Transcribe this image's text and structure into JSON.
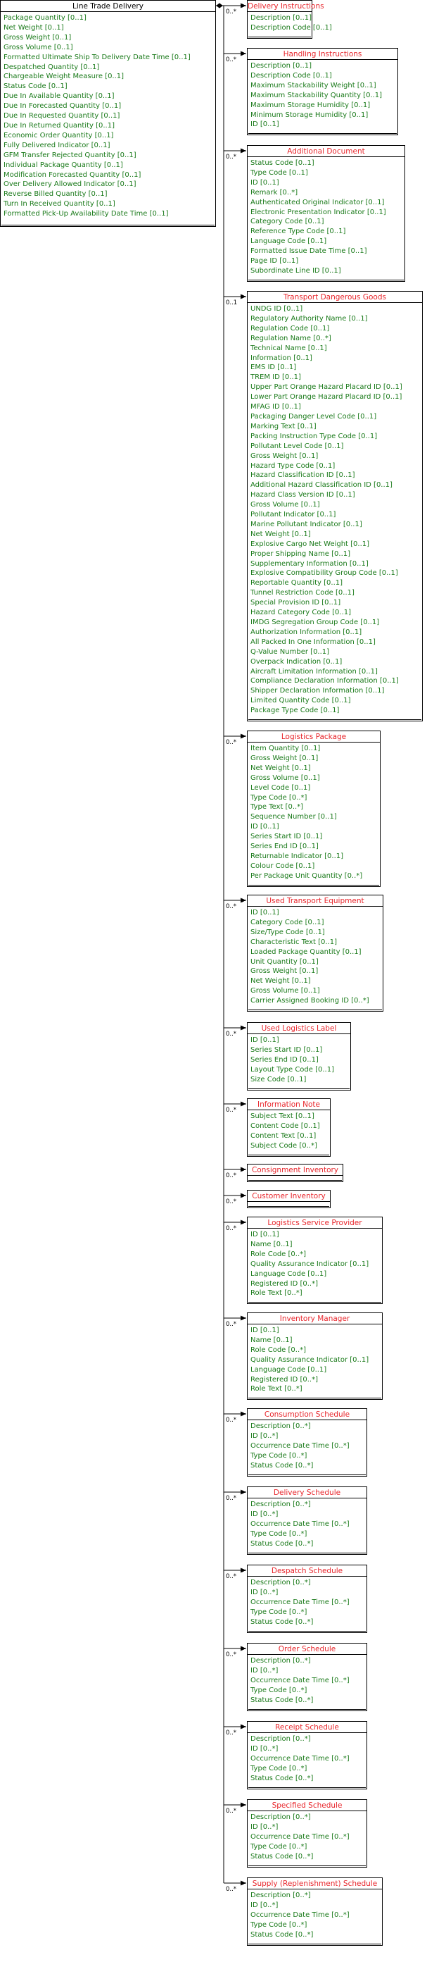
{
  "root": {
    "name": "Line Trade Delivery",
    "attributes": [
      "Package Quantity [0..1]",
      "Net Weight [0..1]",
      "Gross Weight [0..1]",
      "Gross Volume [0..1]",
      "Formatted Ultimate Ship To Delivery Date Time [0..1]",
      "Despatched Quantity [0..1]",
      "Chargeable Weight Measure [0..1]",
      "Status Code [0..1]",
      "Due In Available Quantity [0..1]",
      "Due In Forecasted Quantity [0..1]",
      "Due In Requested Quantity [0..1]",
      "Due In Returned Quantity [0..1]",
      "Economic Order Quantity [0..1]",
      "Fully Delivered Indicator [0..1]",
      "GFM Transfer Rejected Quantity [0..1]",
      "Individual Package Quantity [0..1]",
      "Modification Forecasted Quantity [0..1]",
      "Over Delivery Allowed Indicator [0..1]",
      "Reverse Billed Quantity [0..1]",
      "Turn In Received Quantity [0..1]",
      "Formatted Pick-Up Availability Date Time [0..1]"
    ]
  },
  "classes": [
    {
      "name": "Delivery Instructions",
      "multiplicity": "0..*",
      "attributes": [
        "Description [0..1]",
        "Description Code [0..1]"
      ]
    },
    {
      "name": "Handling Instructions",
      "multiplicity": "0..*",
      "attributes": [
        "Description [0..1]",
        "Description Code [0..1]",
        "Maximum Stackability Weight [0..1]",
        "Maximum Stackability Quantity [0..1]",
        "Maximum Storage Humidity [0..1]",
        "Minimum Storage Humidity [0..1]",
        "ID [0..1]"
      ]
    },
    {
      "name": "Additional Document",
      "multiplicity": "0..*",
      "attributes": [
        "Status Code [0..1]",
        "Type Code [0..1]",
        "ID [0..1]",
        "Remark [0..*]",
        "Authenticated Original Indicator [0..1]",
        "Electronic Presentation Indicator [0..1]",
        "Category Code [0..1]",
        "Reference Type Code [0..1]",
        "Language Code [0..1]",
        "Formatted Issue Date Time [0..1]",
        "Page ID [0..1]",
        "Subordinate Line ID [0..1]"
      ]
    },
    {
      "name": "Transport Dangerous Goods",
      "multiplicity": "0..1",
      "attributes": [
        "UNDG ID [0..1]",
        "Regulatory Authority Name [0..1]",
        "Regulation Code [0..1]",
        "Regulation Name [0..*]",
        "Technical Name [0..1]",
        "Information [0..1]",
        "EMS ID [0..1]",
        "TREM ID [0..1]",
        "Upper Part Orange Hazard Placard ID [0..1]",
        "Lower Part Orange Hazard Placard ID [0..1]",
        "MFAG ID [0..1]",
        "Packaging Danger Level Code [0..1]",
        "Marking Text [0..1]",
        "Packing Instruction Type Code [0..1]",
        "Pollutant Level Code [0..1]",
        "Gross Weight [0..1]",
        "Hazard Type Code [0..1]",
        "Hazard Classification ID [0..1]",
        "Additional Hazard Classification ID [0..1]",
        "Hazard Class Version ID [0..1]",
        "Gross Volume [0..1]",
        "Pollutant Indicator [0..1]",
        "Marine Pollutant Indicator [0..1]",
        "Net Weight [0..1]",
        "Explosive Cargo Net Weight [0..1]",
        "Proper Shipping Name [0..1]",
        "Supplementary Information [0..1]",
        "Explosive Compatibility Group Code [0..1]",
        "Reportable Quantity [0..1]",
        "Tunnel Restriction Code [0..1]",
        "Special Provision ID [0..1]",
        "Hazard Category Code [0..1]",
        "IMDG Segregation Group Code [0..1]",
        "Authorization Information [0..1]",
        "All Packed In One Information [0..1]",
        "Q-Value Number [0..1]",
        "Overpack Indication [0..1]",
        "Aircraft Limitation Information [0..1]",
        "Compliance Declaration Information [0..1]",
        "Shipper Declaration Information [0..1]",
        "Limited Quantity Code [0..1]",
        "Package Type Code [0..1]"
      ]
    },
    {
      "name": "Logistics Package",
      "multiplicity": "0..*",
      "attributes": [
        "Item Quantity [0..1]",
        "Gross Weight [0..1]",
        "Net Weight [0..1]",
        "Gross Volume [0..1]",
        "Level Code [0..1]",
        "Type Code [0..*]",
        "Type Text [0..*]",
        "Sequence Number [0..1]",
        "ID [0..1]",
        "Series Start ID [0..1]",
        "Series End ID [0..1]",
        "Returnable Indicator [0..1]",
        "Colour Code [0..1]",
        "Per Package Unit Quantity [0..*]"
      ]
    },
    {
      "name": "Used Transport Equipment",
      "multiplicity": "0..*",
      "attributes": [
        "ID [0..1]",
        "Category Code [0..1]",
        "Size/Type Code [0..1]",
        "Characteristic Text [0..1]",
        "Loaded Package Quantity [0..1]",
        "Unit Quantity [0..1]",
        "Gross Weight [0..1]",
        "Net Weight [0..1]",
        "Gross Volume [0..1]",
        "Carrier Assigned Booking ID [0..*]"
      ]
    },
    {
      "name": "Used Logistics Label",
      "multiplicity": "0..*",
      "attributes": [
        "ID [0..1]",
        "Series Start ID [0..1]",
        "Series End ID [0..1]",
        "Layout Type Code [0..1]",
        "Size Code [0..1]"
      ]
    },
    {
      "name": "Information Note",
      "multiplicity": "0..*",
      "attributes": [
        "Subject Text [0..1]",
        "Content Code [0..1]",
        "Content Text [0..1]",
        "Subject Code [0..*]"
      ]
    },
    {
      "name": "Consignment Inventory",
      "multiplicity": "0..*",
      "attributes": []
    },
    {
      "name": "Customer Inventory",
      "multiplicity": "0..*",
      "attributes": []
    },
    {
      "name": "Logistics Service Provider",
      "multiplicity": "0..*",
      "attributes": [
        "ID [0..1]",
        "Name [0..1]",
        "Role Code [0..*]",
        "Quality Assurance Indicator [0..1]",
        "Language Code [0..1]",
        "Registered ID [0..*]",
        "Role Text [0..*]"
      ]
    },
    {
      "name": "Inventory Manager",
      "multiplicity": "0..*",
      "attributes": [
        "ID [0..1]",
        "Name [0..1]",
        "Role Code [0..*]",
        "Quality Assurance Indicator [0..1]",
        "Language Code [0..1]",
        "Registered ID [0..*]",
        "Role Text [0..*]"
      ]
    },
    {
      "name": "Consumption Schedule",
      "multiplicity": "0..*",
      "attributes": [
        "Description [0..*]",
        "ID [0..*]",
        "Occurrence Date Time [0..*]",
        "Type Code [0..*]",
        "Status Code [0..*]"
      ]
    },
    {
      "name": "Delivery Schedule",
      "multiplicity": "0..*",
      "attributes": [
        "Description [0..*]",
        "ID [0..*]",
        "Occurrence Date Time [0..*]",
        "Type Code [0..*]",
        "Status Code [0..*]"
      ]
    },
    {
      "name": "Despatch Schedule",
      "multiplicity": "0..*",
      "attributes": [
        "Description [0..*]",
        "ID [0..*]",
        "Occurrence Date Time [0..*]",
        "Type Code [0..*]",
        "Status Code [0..*]"
      ]
    },
    {
      "name": "Order Schedule",
      "multiplicity": "0..*",
      "attributes": [
        "Description [0..*]",
        "ID [0..*]",
        "Occurrence Date Time [0..*]",
        "Type Code [0..*]",
        "Status Code [0..*]"
      ]
    },
    {
      "name": "Receipt Schedule",
      "multiplicity": "0..*",
      "attributes": [
        "Description [0..*]",
        "ID [0..*]",
        "Occurrence Date Time [0..*]",
        "Type Code [0..*]",
        "Status Code [0..*]"
      ]
    },
    {
      "name": "Specified Schedule",
      "multiplicity": "0..*",
      "attributes": [
        "Description [0..*]",
        "ID [0..*]",
        "Occurrence Date Time [0..*]",
        "Type Code [0..*]",
        "Status Code [0..*]"
      ]
    },
    {
      "name": "Supply (Replenishment) Schedule",
      "multiplicity": "0..*",
      "attributes": [
        "Description [0..*]",
        "ID [0..*]",
        "Occurrence Date Time [0..*]",
        "Type Code [0..*]",
        "Status Code [0..*]"
      ]
    }
  ]
}
